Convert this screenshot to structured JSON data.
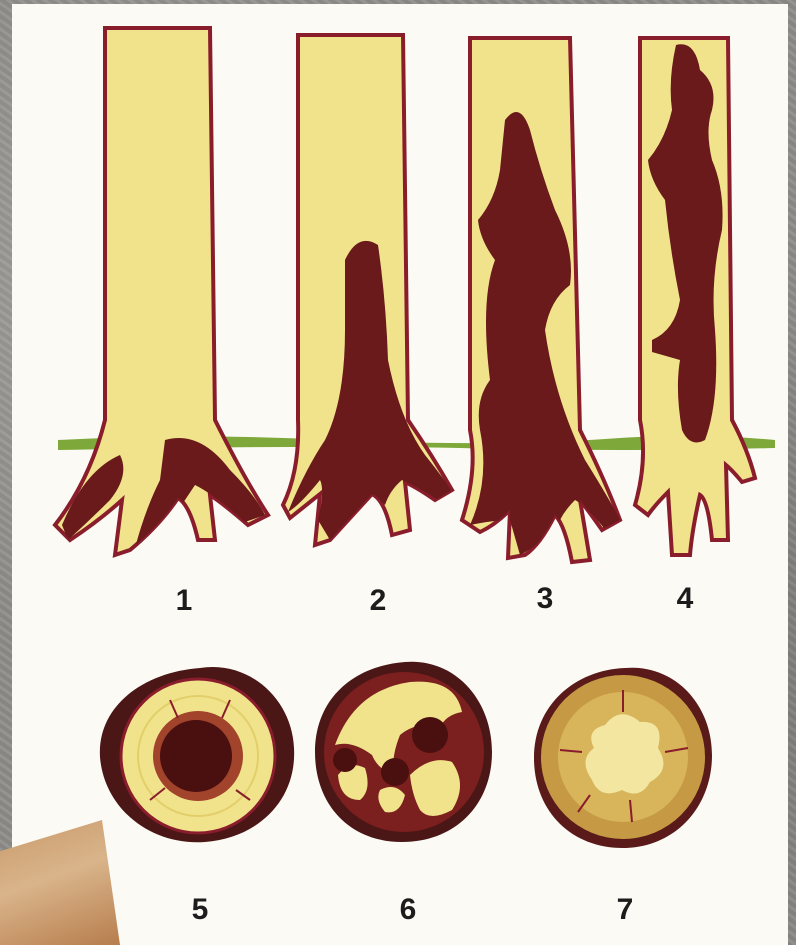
{
  "figure": {
    "labels": [
      "1",
      "2",
      "3",
      "4",
      "5",
      "6",
      "7"
    ]
  },
  "colors": {
    "sapwood": "#f1e38c",
    "rot": "#7b1f1f",
    "bark_outline": "#8a1d2c",
    "grass": "#7ea93a",
    "paper": "#fbfaf5",
    "light_rot": "#c69a45"
  }
}
